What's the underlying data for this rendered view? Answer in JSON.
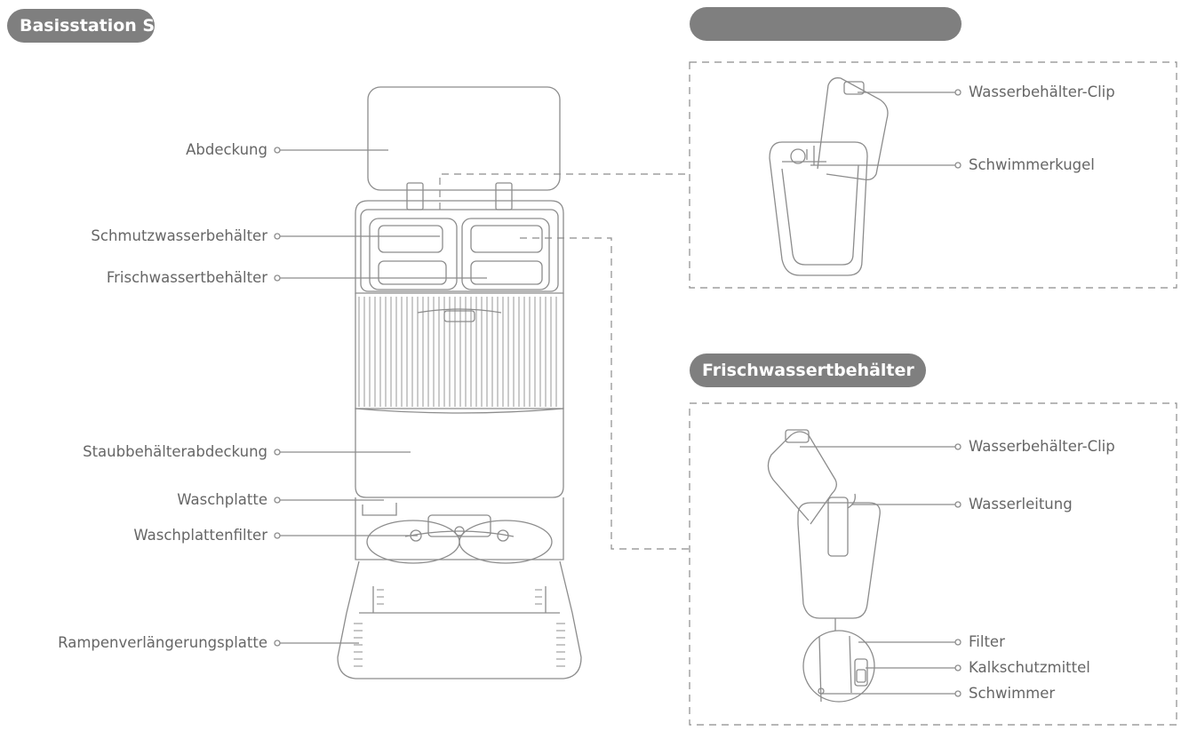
{
  "headers": {
    "left_title": "Basisstation S",
    "right_top_title": "",
    "right_bottom_title": "Frischwassertbehälter"
  },
  "station_labels": {
    "lid": "Abdeckung",
    "dirty_tank": "Schmutzwasserbehälter",
    "clean_tank": "Frischwassertbehälter",
    "dust_cover": "Staubbehälterabdeckung",
    "wash_tray": "Waschplatte",
    "wash_tray_filter": "Waschplattenfilter",
    "ramp": "Rampenverlängerungsplatte"
  },
  "dirty_tank_labels": {
    "clip": "Wasserbehälter-Clip",
    "float_ball": "Schwimmerkugel"
  },
  "clean_tank_labels": {
    "clip": "Wasserbehälter-Clip",
    "pipe": "Wasserleitung",
    "filter": "Filter",
    "descaler": "Kalkschutzmittel",
    "float": "Schwimmer"
  },
  "colors": {
    "pill_bg": "#7f7f7f",
    "line": "#8c8c8c",
    "text": "#666666"
  }
}
